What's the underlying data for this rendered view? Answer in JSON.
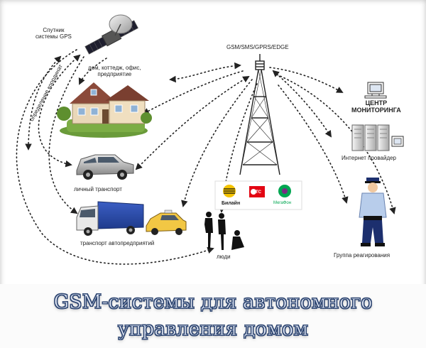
{
  "colors": {
    "dotted_arrow": "#222222",
    "caption_fill": "#dfe6f4",
    "caption_outline": "#2c4470",
    "beeline_yellow": "#f5c400",
    "mts_red": "#e30613",
    "megafon_green": "#00a651"
  },
  "nodes": {
    "satellite": {
      "label_line1": "Спутник",
      "label_line2": "системы GPS",
      "icon": "satellite-icon"
    },
    "coord_path": {
      "label": "определение координат"
    },
    "house": {
      "label_line1": "дом, коттедж, офис,",
      "label_line2": "предприятие",
      "icon": "house-icon"
    },
    "car": {
      "label": "личный транспорт",
      "icon": "suv-icon"
    },
    "fleet": {
      "label": "транспорт автопредприятий",
      "icon": "truck-icon"
    },
    "people": {
      "label": "люди",
      "icon": "people-icon"
    },
    "tower": {
      "label": "GSM/SMS/GPRS/EDGE",
      "icon": "cell-tower-icon"
    },
    "operators": [
      {
        "name": "Билайн",
        "icon": "beeline-logo-icon"
      },
      {
        "name": "МТС",
        "icon": "mts-logo-icon"
      },
      {
        "name": "МегаФон",
        "icon": "megafon-logo-icon"
      }
    ],
    "monitoring": {
      "label_line1": "ЦЕНТР",
      "label_line2": "МОНИТОРИНГА",
      "icon": "computer-icon"
    },
    "isp": {
      "label": "Интернет провайдер",
      "icon": "server-rack-icon"
    },
    "response": {
      "label": "Группа реагирования",
      "icon": "guard-icon"
    }
  },
  "caption": {
    "line1": "GSM-системы для автономного",
    "line2": "управления домом"
  }
}
